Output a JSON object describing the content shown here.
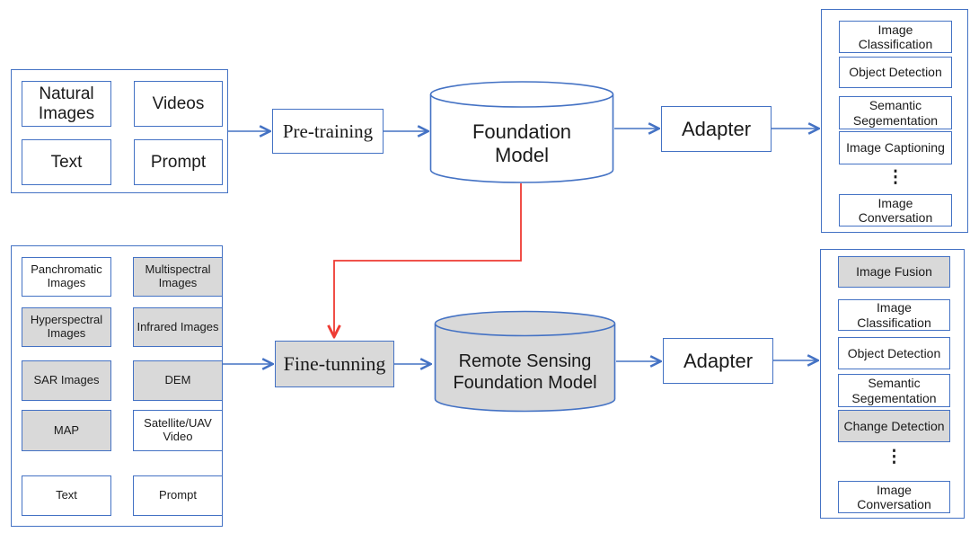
{
  "colors": {
    "border_blue": "#4472C4",
    "arrow_blue": "#4472C4",
    "arrow_red": "#EE3B33",
    "fill_gray": "#D9D9D9",
    "background": "#FFFFFF",
    "text": "#1A1A1A"
  },
  "top_pipeline": {
    "inputs": [
      {
        "label": "Natural Images"
      },
      {
        "label": "Videos"
      },
      {
        "label": "Text"
      },
      {
        "label": "Prompt"
      }
    ],
    "stage_label": "Pre-training",
    "model_label": "Foundation Model",
    "adapter_label": "Adapter",
    "ellipsis": "⋮",
    "tasks": [
      {
        "label": "Image Classification",
        "highlighted": false
      },
      {
        "label": "Object Detection",
        "highlighted": false
      },
      {
        "label": "Semantic Segementation",
        "highlighted": false
      },
      {
        "label": "Image Captioning",
        "highlighted": false
      },
      {
        "label": "Image Conversation",
        "highlighted": false
      }
    ]
  },
  "bottom_pipeline": {
    "inputs": [
      {
        "label": "Panchromatic Images",
        "highlighted": false
      },
      {
        "label": "Multispectral Images",
        "highlighted": true
      },
      {
        "label": "Hyperspectral Images",
        "highlighted": true
      },
      {
        "label": "Infrared Images",
        "highlighted": true
      },
      {
        "label": "SAR Images",
        "highlighted": true
      },
      {
        "label": "DEM",
        "highlighted": true
      },
      {
        "label": "MAP",
        "highlighted": true
      },
      {
        "label": "Satellite/UAV Video",
        "highlighted": false
      },
      {
        "label": "Text",
        "highlighted": false
      },
      {
        "label": "Prompt",
        "highlighted": false
      }
    ],
    "stage_label": "Fine-tunning",
    "model_label": "Remote Sensing Foundation Model",
    "adapter_label": "Adapter",
    "ellipsis": "⋮",
    "tasks": [
      {
        "label": "Image Fusion",
        "highlighted": true
      },
      {
        "label": "Image Classification",
        "highlighted": false
      },
      {
        "label": "Object Detection",
        "highlighted": false
      },
      {
        "label": "Semantic Segementation",
        "highlighted": false
      },
      {
        "label": "Change Detection",
        "highlighted": true
      },
      {
        "label": "Image Conversation",
        "highlighted": false
      }
    ]
  }
}
